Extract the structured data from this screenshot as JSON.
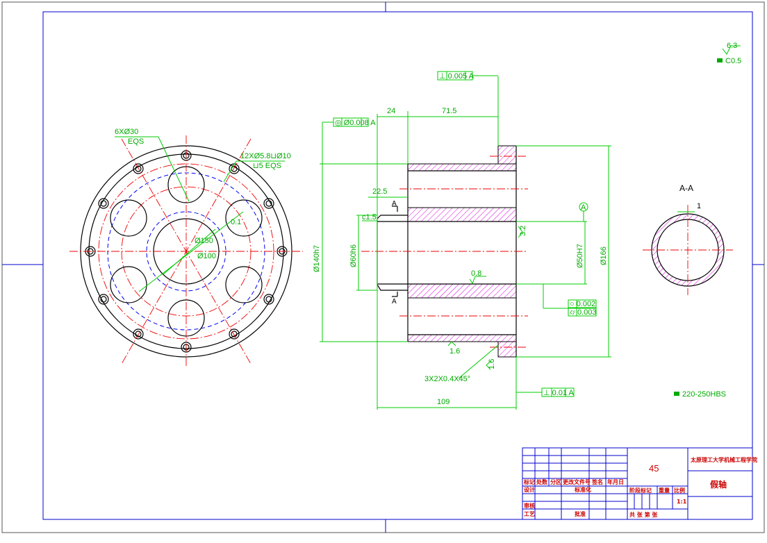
{
  "front_view": {
    "hole_callout": "6XØ30",
    "hole_callout_note": "EQS",
    "thread_callout_1": "12XØ5.8⊔Ø10",
    "thread_callout_2": "⊔5 EQS",
    "dim_150": "Ø150",
    "dim_100": "Ø100",
    "dim_01": "0.1"
  },
  "side_view": {
    "dim_24": "24",
    "dim_71_5": "71.5",
    "dim_22_5": "22.5",
    "dim_109": "109",
    "chamfer": "c1.5",
    "dim_140h7": "Ø140h7",
    "dim_60h6": "Ø60h6",
    "dim_50H7": "Ø50H7",
    "dim_166": "Ø166",
    "rough_08": "0.8",
    "rough_32": "3.2",
    "rough_16": "1.6",
    "rough_16b": "1.6",
    "thread_note": "3X2X0.4X45°",
    "tol_perp_top": "⊥ 0.005 A",
    "tol_conc": "◎ Ø0.008 A",
    "tol_round": "○ 0.002",
    "tol_cyl": "⌭ 0.003",
    "tol_perp_bottom": "⊥ 0.01 A",
    "section_mark": "A",
    "datum": "A"
  },
  "section_view": {
    "title": "A-A",
    "dim_1": "1"
  },
  "notes": {
    "rough_top": "6.3",
    "chamfer_note": "C0.5",
    "hardness": "220-250HBS"
  },
  "title_block": {
    "material": "45",
    "school": "太原理工大学机械工程学院",
    "part_name": "假轴",
    "scale": "1:1",
    "headers": [
      "标记",
      "处数",
      "分区",
      "更改文件号",
      "签名",
      "年月日"
    ],
    "row_labels": [
      "设计",
      "审核",
      "工艺"
    ],
    "std": "标准化",
    "approve": "批准",
    "stage_mark": "阶段标记",
    "weight": "重量",
    "ratio": "比例",
    "sheets": "共   张 第   张"
  }
}
